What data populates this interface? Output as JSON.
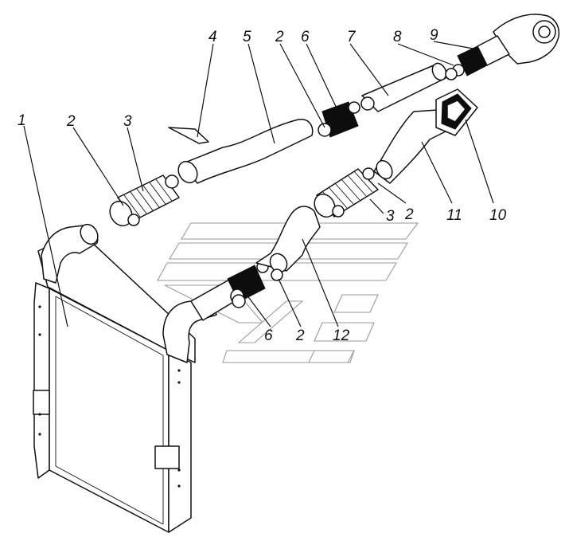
{
  "diagram": {
    "callouts": [
      {
        "id": "c1",
        "text": "1"
      },
      {
        "id": "c2a",
        "text": "2"
      },
      {
        "id": "c3a",
        "text": "3"
      },
      {
        "id": "c4",
        "text": "4"
      },
      {
        "id": "c5",
        "text": "5"
      },
      {
        "id": "c2b",
        "text": "2"
      },
      {
        "id": "c6a",
        "text": "6"
      },
      {
        "id": "c7",
        "text": "7"
      },
      {
        "id": "c8",
        "text": "8"
      },
      {
        "id": "c9",
        "text": "9"
      },
      {
        "id": "c10",
        "text": "10"
      },
      {
        "id": "c11",
        "text": "11"
      },
      {
        "id": "c3b",
        "text": "3"
      },
      {
        "id": "c2c",
        "text": "2"
      },
      {
        "id": "c6b",
        "text": "6"
      },
      {
        "id": "c2d",
        "text": "2"
      },
      {
        "id": "c12",
        "text": "12"
      }
    ]
  },
  "colors": {
    "line": "#111111",
    "background": "#ffffff",
    "watermark": "#9a9a9a"
  }
}
